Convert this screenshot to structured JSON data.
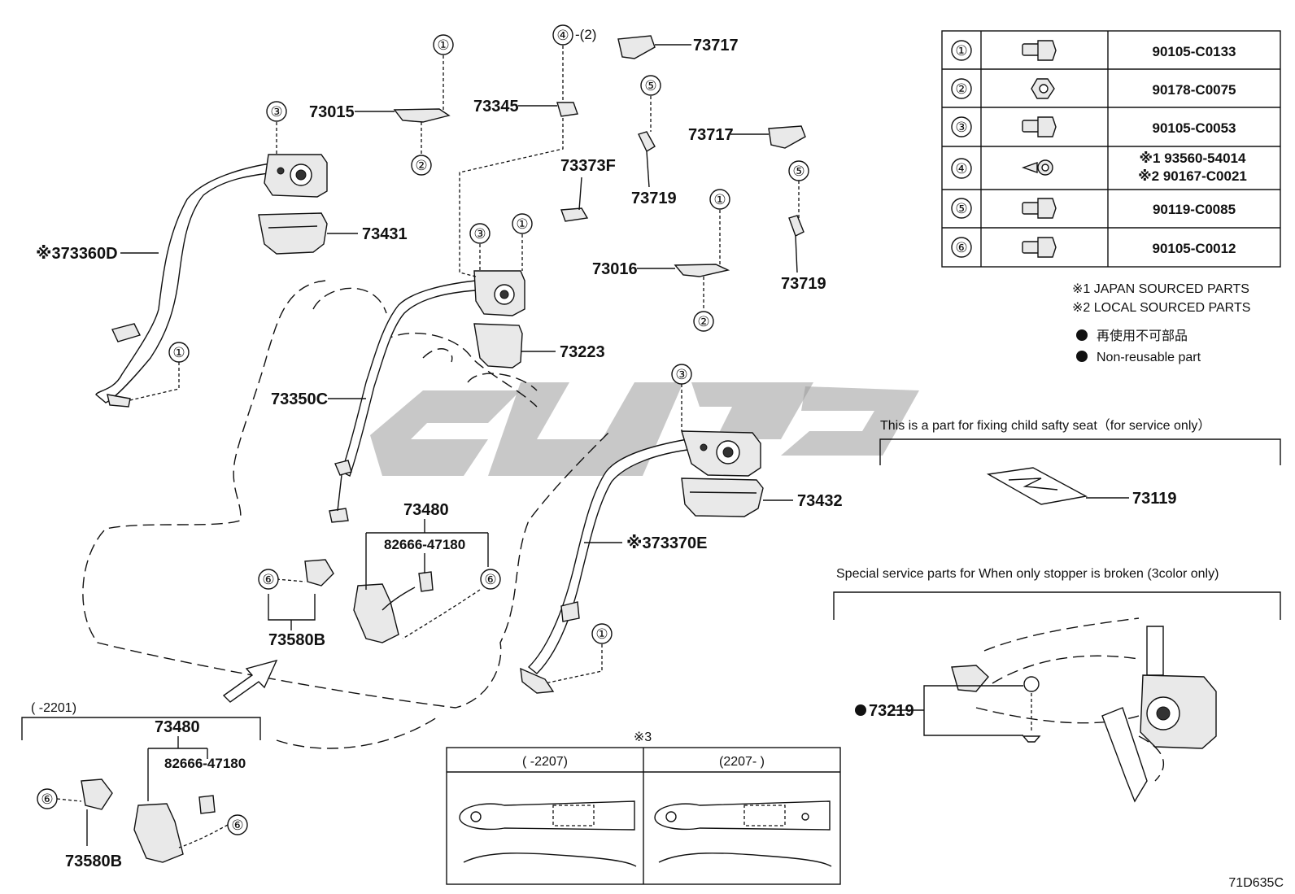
{
  "diagram_id": "71D635C",
  "callouts": [
    "①",
    "②",
    "③",
    "④",
    "⑤",
    "⑥"
  ],
  "callout_note_4": "-(2)",
  "parts": {
    "p73717_top": "73717",
    "p73015": "73015",
    "p73345": "73345",
    "p73719_left": "73719",
    "p73717_mid": "73717",
    "p73373F": "73373F",
    "p73016": "73016",
    "p73719_right": "73719",
    "p73360D": "※373360D",
    "p73431": "73431",
    "p73223": "73223",
    "p73350C": "73350C",
    "p73480": "73480",
    "p82666": "82666-47180",
    "p73580B": "73580B",
    "p73432": "73432",
    "p73370E": "※373370E",
    "p73119": "73119",
    "p73219": "73219"
  },
  "fastener_table": [
    {
      "num": "①",
      "part": "90105-C0133"
    },
    {
      "num": "②",
      "part": "90178-C0075"
    },
    {
      "num": "③",
      "part": "90105-C0053"
    },
    {
      "num": "④",
      "part_line1": "※1 93560-54014",
      "part_line2": "※2 90167-C0021"
    },
    {
      "num": "⑤",
      "part": "90119-C0085"
    },
    {
      "num": "⑥",
      "part": "90105-C0012"
    }
  ],
  "legend": {
    "note1": "※1 JAPAN SOURCED PARTS",
    "note2": "※2 LOCAL SOURCED PARTS",
    "nonreuse_jp": "再使用不可部品",
    "nonreuse_en": "Non-reusable part"
  },
  "child_seat_caption": "This is a part for fixing child safty seat（for service only）",
  "stopper_caption": "Special service parts for When only stopper is broken (3color only)",
  "inset_bottom_left": {
    "range": "(      -2201)",
    "p73480": "73480",
    "p82666": "82666-47180",
    "p73580B": "73580B"
  },
  "inset_bottom": {
    "marker": "※3",
    "col1": "(      -2207)",
    "col2": "(2207-      )"
  }
}
